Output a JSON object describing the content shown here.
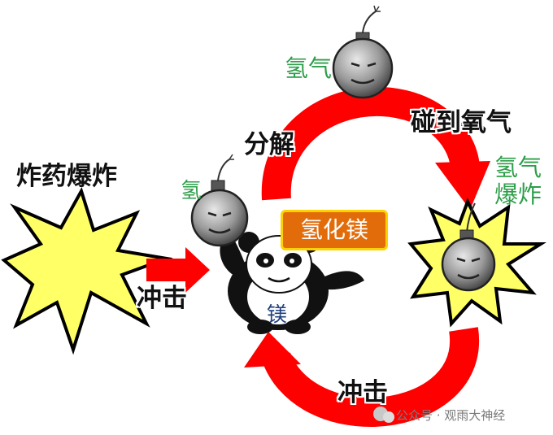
{
  "labels": {
    "explosive": "炸药爆炸",
    "impact_left": "冲击",
    "hydrogen_top": "氢气",
    "decompose": "分解",
    "meet_oxygen": "碰到氧气",
    "hydrogen_explode": "氢气\n爆炸",
    "hydrogen_small": "氢",
    "magnesium_hydride": "氢化镁",
    "magnesium": "镁",
    "impact_bottom": "冲击"
  },
  "watermark": "公众号 · 观雨大神经",
  "colors": {
    "arrow": "#ff0000",
    "label_green": "#2e9e4a",
    "box_fill": "#e36c0a",
    "box_border": "#ffd200",
    "burst_fill": "#ffff66",
    "bomb": "#8a8a8a"
  }
}
